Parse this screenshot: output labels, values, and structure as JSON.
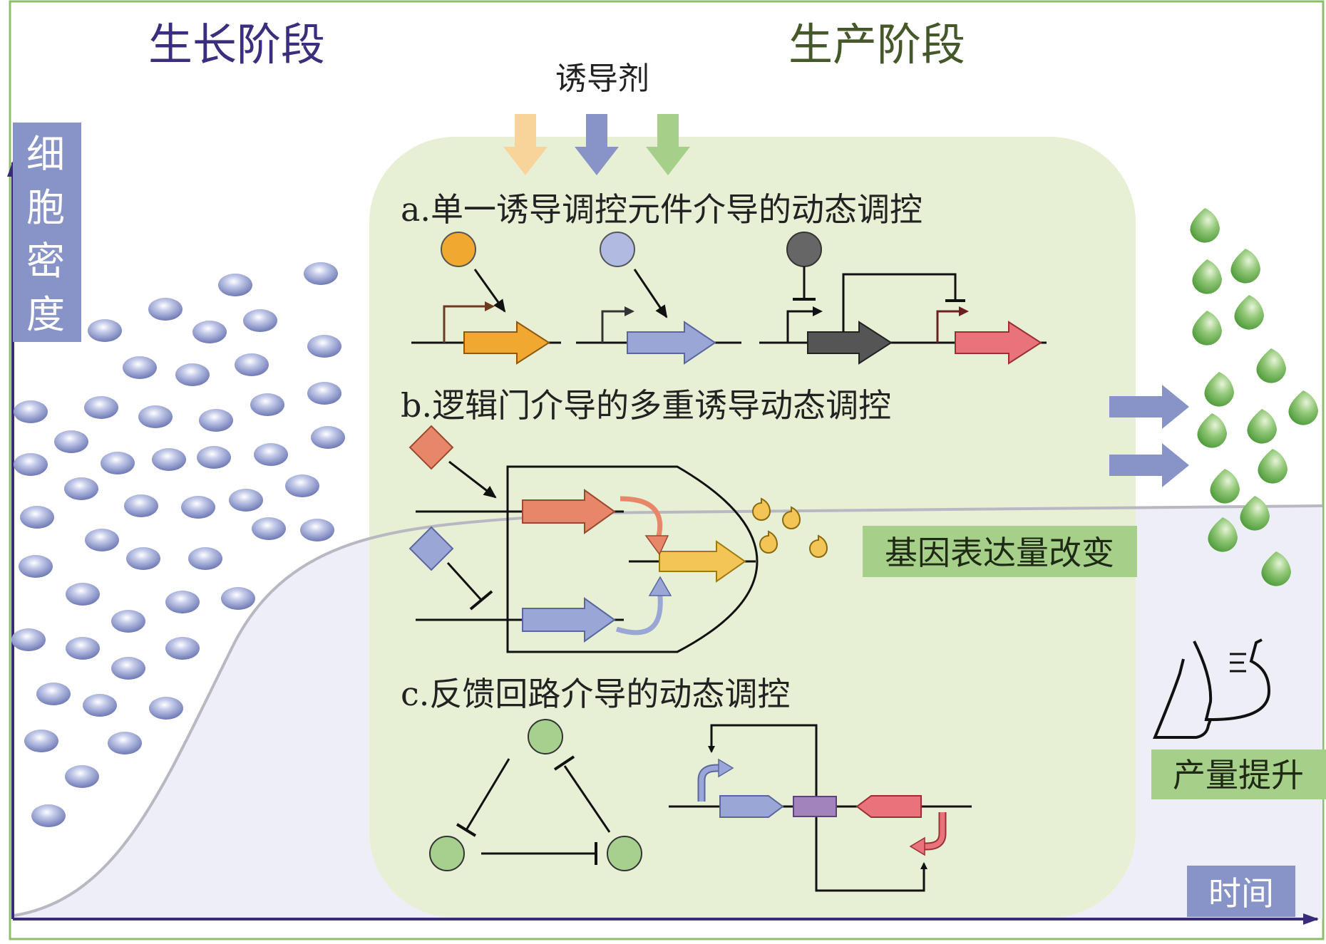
{
  "labels": {
    "growth_phase": "生长阶段",
    "production_phase": "生产阶段",
    "inducer": "诱导剂",
    "y_axis": [
      "细",
      "胞",
      "密",
      "度"
    ],
    "x_axis": "时间",
    "section_a": "a.单一诱导调控元件介导的动态调控",
    "section_b": "b.逻辑门介导的多重诱导动态调控",
    "section_c": "c.反馈回路介导的动态调控",
    "gene_expression_change": "基因表达量改变",
    "yield_increase": "产量提升"
  },
  "colors": {
    "frame_green": "#8cbf6a",
    "panel_fill": "#e7f0d4",
    "axis": "#3a2a7a",
    "label_box_blue": "#8893c7",
    "label_box_green": "#a6cf8a",
    "title_blue": "#3b2e7e",
    "title_green": "#44582a",
    "orange": "#f0a830",
    "salmon": "#e8866a",
    "lavender": "#9aa6d6",
    "dark_gray": "#555555",
    "pink": "#e8737a",
    "yellow": "#f2c556",
    "purple": "#a283bc",
    "circle_green": "#a7d08f",
    "cell_blue": "#8893c7",
    "product_green": "#76b560"
  }
}
